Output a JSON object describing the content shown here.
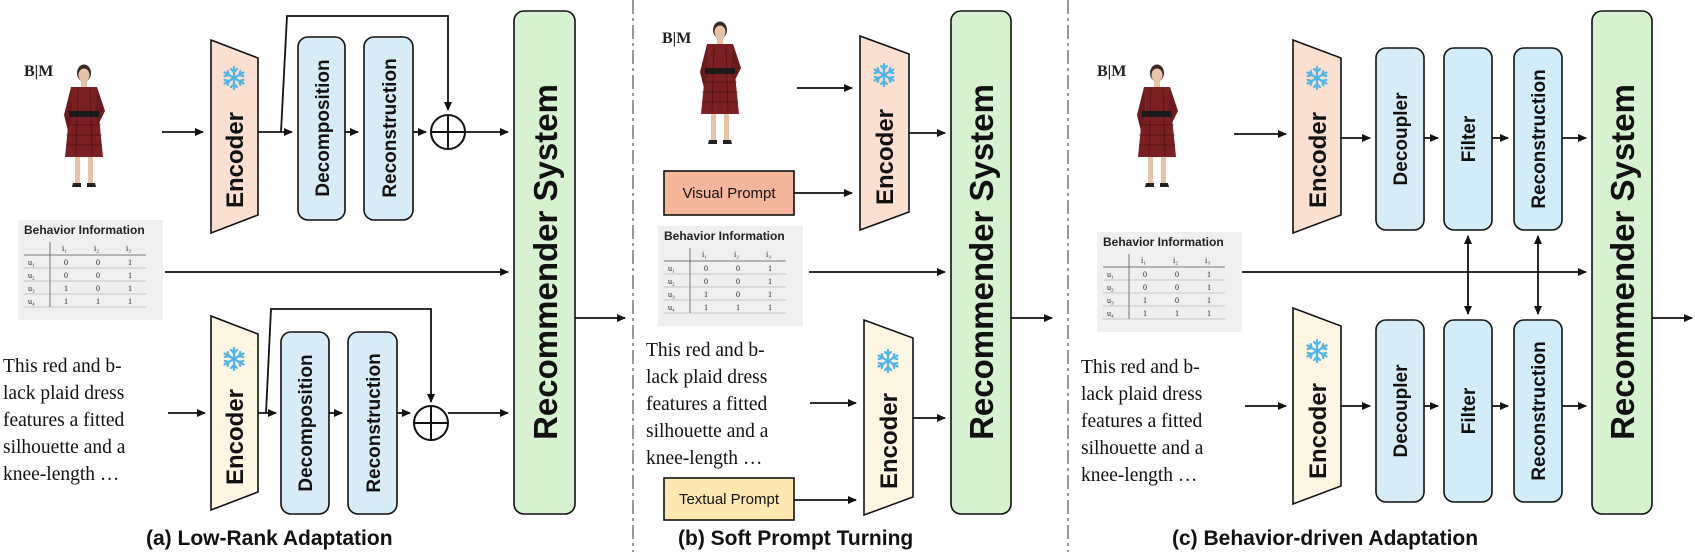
{
  "captions": {
    "a": "(a) Low-Rank Adaptation",
    "b": "(b) Soft Prompt Turning",
    "c": "(c) Behavior-driven Adaptation"
  },
  "blocks": {
    "encoder": "Encoder",
    "decomposition": "Decomposition",
    "reconstruction": "Reconstruction",
    "decoupler": "Decoupler",
    "filter": "Filter",
    "recommender": "Recommender System",
    "visual_prompt": "Visual Prompt",
    "textual_prompt": "Textual Prompt"
  },
  "behavior_table": {
    "title": "Behavior Information",
    "columns": [
      "",
      "i₁",
      "i₂",
      "i₃"
    ],
    "rows": [
      [
        "u₁",
        "0",
        "0",
        "1"
      ],
      [
        "u₂",
        "0",
        "0",
        "1"
      ],
      [
        "u₃",
        "1",
        "0",
        "1"
      ],
      [
        "u₄",
        "1",
        "1",
        "1"
      ]
    ]
  },
  "description_lines": [
    "This red and b-",
    "lack plaid dress",
    "features a fitted",
    "silhouette and a",
    "knee-length …"
  ],
  "logo_text": "B|M",
  "icons": {
    "frozen": "snowflake-icon",
    "add": "circle-plus-icon",
    "image": "model-photo"
  },
  "colors": {
    "encoder_image": "#fbe0d2",
    "encoder_text": "#fdf6e3",
    "module_blue": "#d8ecf8",
    "filter_blue": "#d2ecf9",
    "recommender_green": "#d6f2d0",
    "visual_prompt": "#f5b69c",
    "textual_prompt": "#fde9b0",
    "snowflake": "#4fb4e6"
  }
}
